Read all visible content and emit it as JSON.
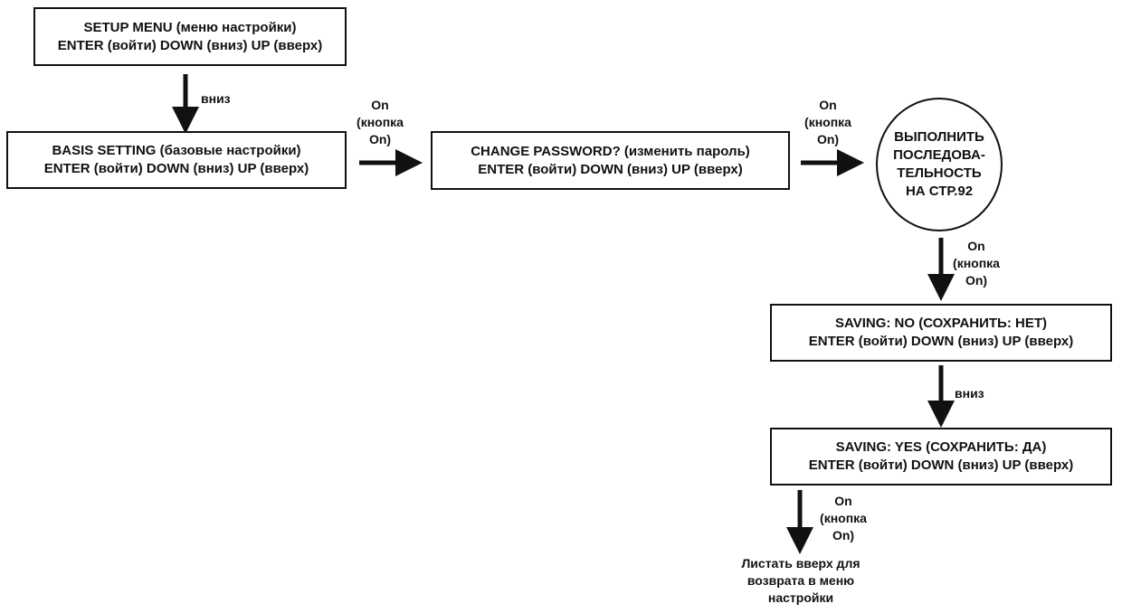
{
  "boxes": {
    "setup_menu": {
      "line1": "SETUP MENU (меню настройки)",
      "line2": "ENTER (войти)  DOWN (вниз) UP (вверх)"
    },
    "basis_setting": {
      "line1": "BASIS SETTING (базовые настройки)",
      "line2": "ENTER (войти)  DOWN (вниз) UP (вверх)"
    },
    "change_password": {
      "line1": "CHANGE PASSWORD? (изменить пароль)",
      "line2": "ENTER (войти)  DOWN (вниз) UP (вверх)"
    },
    "saving_no": {
      "line1": "SAVING: NO (СОХРАНИТЬ: НЕТ)",
      "line2": "ENTER (войти)  DOWN (вниз) UP (вверх)"
    },
    "saving_yes": {
      "line1": "SAVING: YES (СОХРАНИТЬ: ДА)",
      "line2": "ENTER (войти)  DOWN (вниз) UP (вверх)"
    }
  },
  "circle": {
    "lines": [
      "ВЫПОЛНИТЬ",
      "ПОСЛЕДОВА-",
      "ТЕЛЬНОСТЬ",
      "НА СТР.92"
    ]
  },
  "labels": {
    "down1": "вниз",
    "on1": [
      "On",
      "(кнопка",
      "On)"
    ],
    "on2": [
      "On",
      "(кнопка",
      "On)"
    ],
    "on3": [
      "On",
      "(кнопка",
      "On)"
    ],
    "down2": "вниз",
    "on4": [
      "On",
      "(кнопка",
      "On)"
    ],
    "final": [
      "Листать вверх для",
      "возврата в меню",
      "настройки"
    ]
  }
}
